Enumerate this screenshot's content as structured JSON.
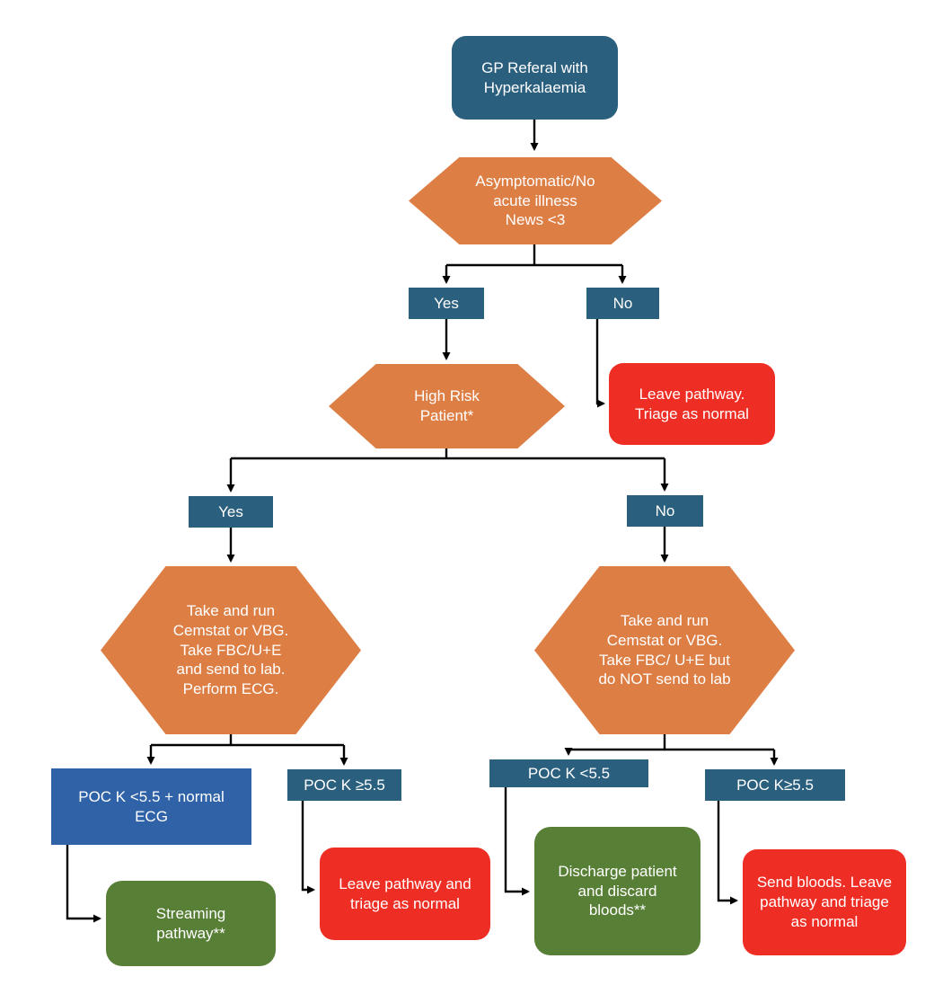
{
  "colors": {
    "teal": "#2b5f7e",
    "orange": "#dd7e45",
    "red": "#ee2e24",
    "green": "#587f36",
    "blue": "#2f62a7"
  },
  "flowchart": {
    "start": "GP Referal with\nHyperkalaemia",
    "asymptomatic_check": "Asymptomatic/No\nacute illness\nNews <3",
    "asymptomatic_yes": "Yes",
    "asymptomatic_no": "No",
    "high_risk_check": "High Risk\nPatient*",
    "leave_pathway_triage_normal": "Leave pathway.\nTriage as normal",
    "high_risk_yes": "Yes",
    "high_risk_no": "No",
    "high_risk_action": "Take and run\nCemstat or VBG.\nTake FBC/U+E\nand send to lab.\nPerform ECG.",
    "low_risk_action": "Take and run\nCemstat or VBG.\nTake FBC/ U+E but\ndo NOT send to lab",
    "poc_k_lt55_normal_ecg": "POC K <5.5  + normal\nECG",
    "poc_k_ge55_left": "POC K ≥5.5",
    "streaming_pathway": "Streaming\npathway**",
    "leave_pathway_and_triage": "Leave pathway and\ntriage as normal",
    "poc_k_lt55_right": "POC K <5.5",
    "poc_k_ge55_right": "POC K≥5.5",
    "discharge_patient": "Discharge patient\nand discard\nbloods**",
    "send_bloods_leave": "Send bloods. Leave\npathway and triage\nas normal"
  }
}
